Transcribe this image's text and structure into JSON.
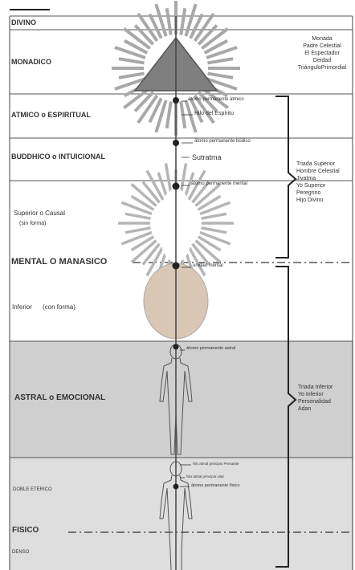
{
  "planes": {
    "divino": "DIVINO",
    "monadico": "MONADICO",
    "atmico": "ATMICO o ESPIRITUAL",
    "buddhico": "BUDDHICO o INTUICIONAL",
    "superior": "Superior o Causal",
    "superior_sub": "(sin forma)",
    "mental": "MENTAL O MANASICO",
    "inferior": "Inferior",
    "inferior_sub": "(con forma)",
    "astral": "ASTRAL o EMOCIONAL",
    "doble": "DOBLE ETERICO",
    "fisico": "FISICO",
    "denso": "DENSO"
  },
  "annotations": {
    "atomo_atmico": "átomo permanente átmico",
    "hilo_espiritu": "Hilo del Espíritu",
    "atomo_budico": "átomo permanente búdico",
    "sutratma": "Sutratma",
    "atomo_mental": "átomo permanente mental",
    "unidad_mental": "unidad mental",
    "atomo_astral": "átomo permanente astral",
    "hilo_pensante": "hilo atmal principio Pensante",
    "hilo_vital": "hilo atmal principio vital",
    "atomo_fisico": "átomo permanente físico"
  },
  "groups": {
    "monada": [
      "Monada",
      "Padre Celestial",
      "El Espectador",
      "Deidad",
      "TriánguloPrimordial"
    ],
    "triada_superior": [
      "Triada Superior",
      "Hombre Celestial",
      "Jivatma",
      "Yo Superior",
      "Peregrino",
      "Hijo Divino"
    ],
    "triada_inferior": [
      "Triada Inferior",
      "Yo Inferior",
      "Personalidad",
      "Adan"
    ]
  },
  "colors": {
    "triangle": "#7f7f7f",
    "rays": "#a8a8a8",
    "astral_band": "#cfcfcf",
    "lower_band": "#dcdcdc",
    "egg": "#d9c6b4",
    "line": "#333333"
  }
}
